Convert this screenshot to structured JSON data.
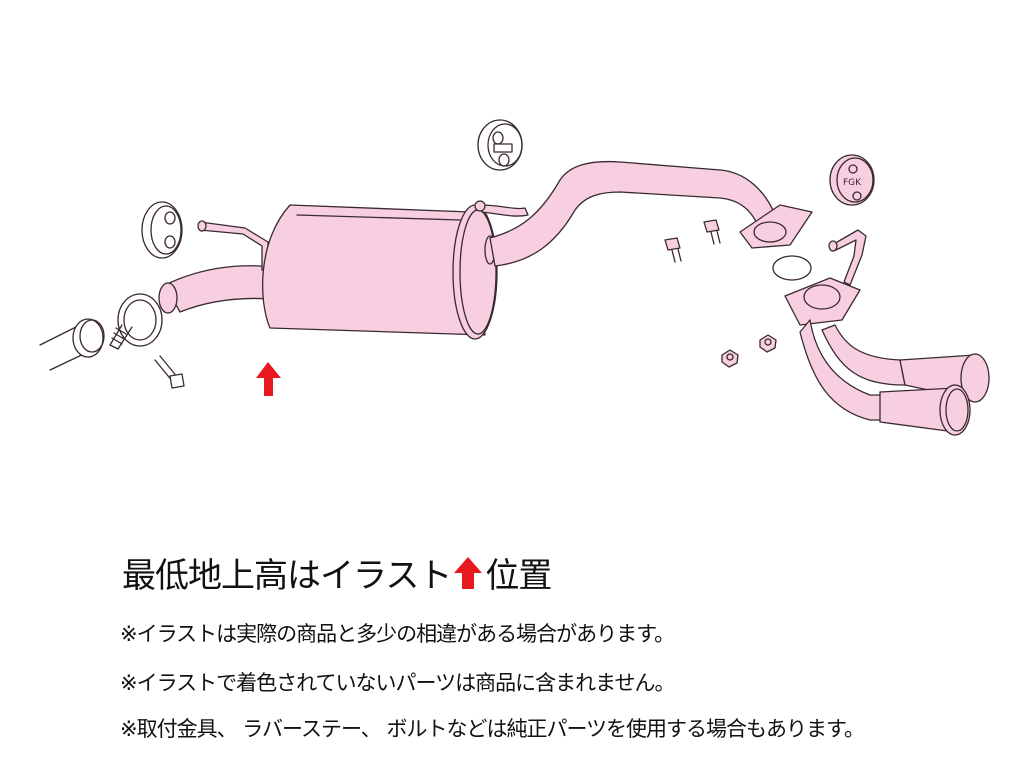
{
  "diagram": {
    "title": "Exhaust system parts illustration",
    "part_color": "#f7cfe0",
    "outline_color": "#3a2a30",
    "arrow_color": "#e8191e",
    "badge_text": "FGK",
    "parts": [
      "front-pipe-stub",
      "flange-clamp",
      "rubber-hanger-left",
      "mounting-bolt-left",
      "inlet-pipe",
      "main-muffler",
      "rubber-hanger-center",
      "center-pipe",
      "flange-bolts",
      "gasket-ring",
      "rubber-hanger-fgk",
      "tail-section-dual-tips",
      "flange-nuts",
      "hanger-rod"
    ]
  },
  "caption": {
    "prefix": "最低地上高はイラスト",
    "suffix": "位置"
  },
  "notes": [
    "※イラストは実際の商品と多少の相違がある場合があります。",
    "※イラストで着色されていないパーツは商品に含まれません。",
    "※取付金具、 ラバーステー、 ボルトなどは純正パーツを使用する場合もあります。"
  ]
}
